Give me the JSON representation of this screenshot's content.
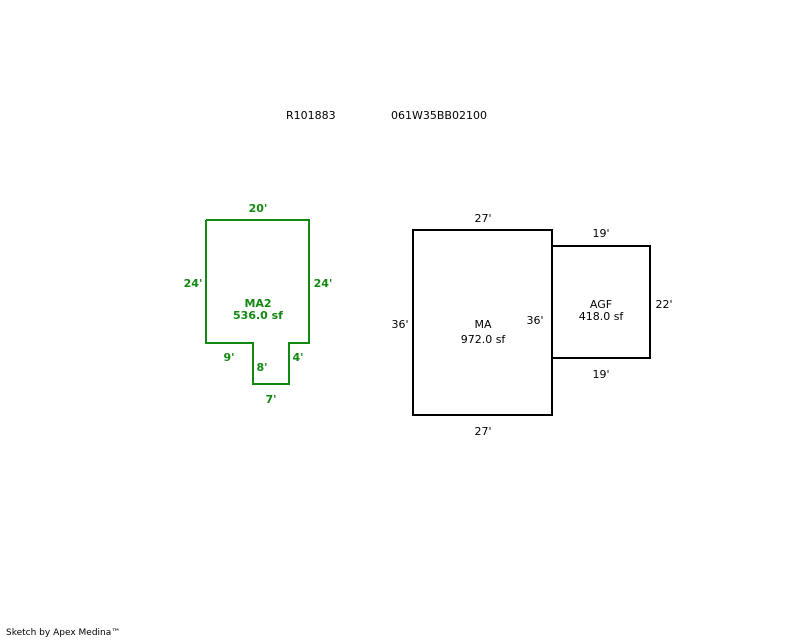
{
  "header": {
    "parcel_id": "R101883",
    "map_number": "061W35BB02100"
  },
  "footer": {
    "credit": "Sketch by Apex Medina™"
  },
  "colors": {
    "ma2_stroke": "#118811",
    "ma_stroke": "#000000"
  },
  "areas": {
    "ma2": {
      "name": "MA2",
      "area": "536.0 sf",
      "dims": {
        "top": "20'",
        "left": "24'",
        "right": "24'",
        "notch_left": "9'",
        "notch_right": "4'",
        "notch_inner": "8'",
        "bottom": "7'"
      }
    },
    "ma": {
      "name": "MA",
      "area": "972.0 sf",
      "dims": {
        "top": "27'",
        "bottom": "27'",
        "left": "36'",
        "right": "36'"
      }
    },
    "agf": {
      "name": "AGF",
      "area": "418.0 sf",
      "dims": {
        "top": "19'",
        "bottom": "19'",
        "right": "22'"
      }
    }
  }
}
